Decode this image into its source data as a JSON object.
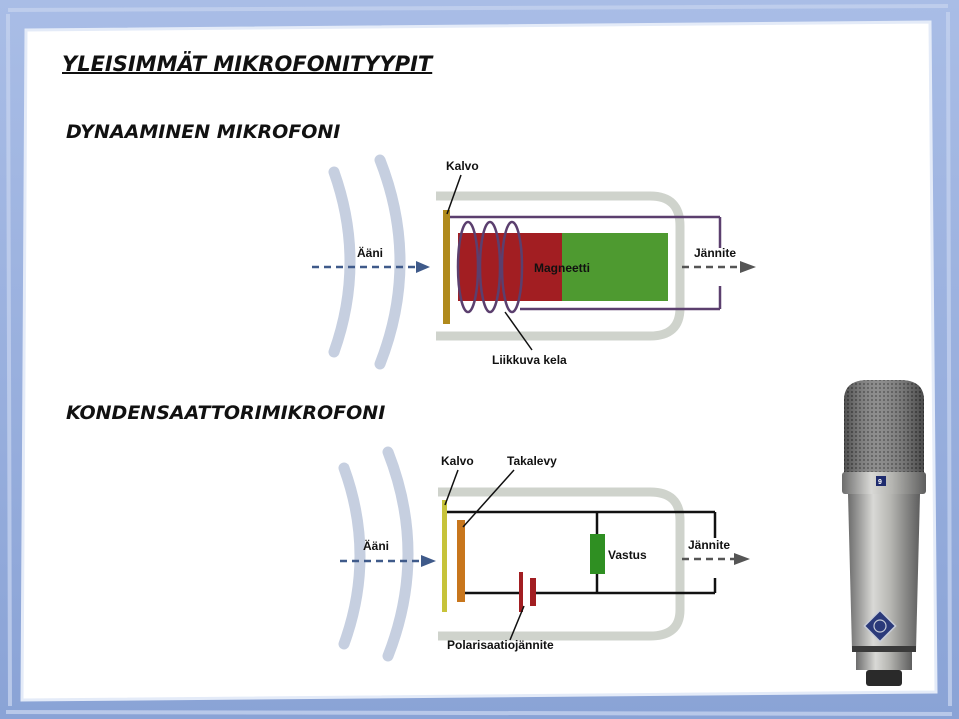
{
  "main_title": "YLEISIMMÄT MIKROFONITYYPIT",
  "dynamic": {
    "title": "DYNAAMINEN MIKROFONI",
    "labels": {
      "sound": "Ääni",
      "diaphragm": "Kalvo",
      "magnet": "Magneetti",
      "voltage": "Jännite",
      "coil": "Liikkuva kela"
    }
  },
  "condenser": {
    "title": "KONDENSAATTORIMIKROFONI",
    "labels": {
      "sound": "Ääni",
      "diaphragm": "Kalvo",
      "backplate": "Takalevy",
      "resistor": "Vastus",
      "voltage": "Jännite",
      "polarization": "Polarisaatiojännite"
    }
  },
  "colors": {
    "frame": "#8fa8d8",
    "sound_waves": "#c6cfe0",
    "arrow": "#3f5a8a",
    "housing": "#cfd3cc",
    "wire": "#5b3f6e",
    "magnet_red": "#a21e22",
    "magnet_green": "#4e9a30",
    "diaphragm_dyn": "#b08a1c",
    "diaphragm_cond": "#c7c33a",
    "backplate": "#c8761c",
    "resistor": "#2f8f22"
  },
  "mic_icon": "studio-microphone-icon"
}
